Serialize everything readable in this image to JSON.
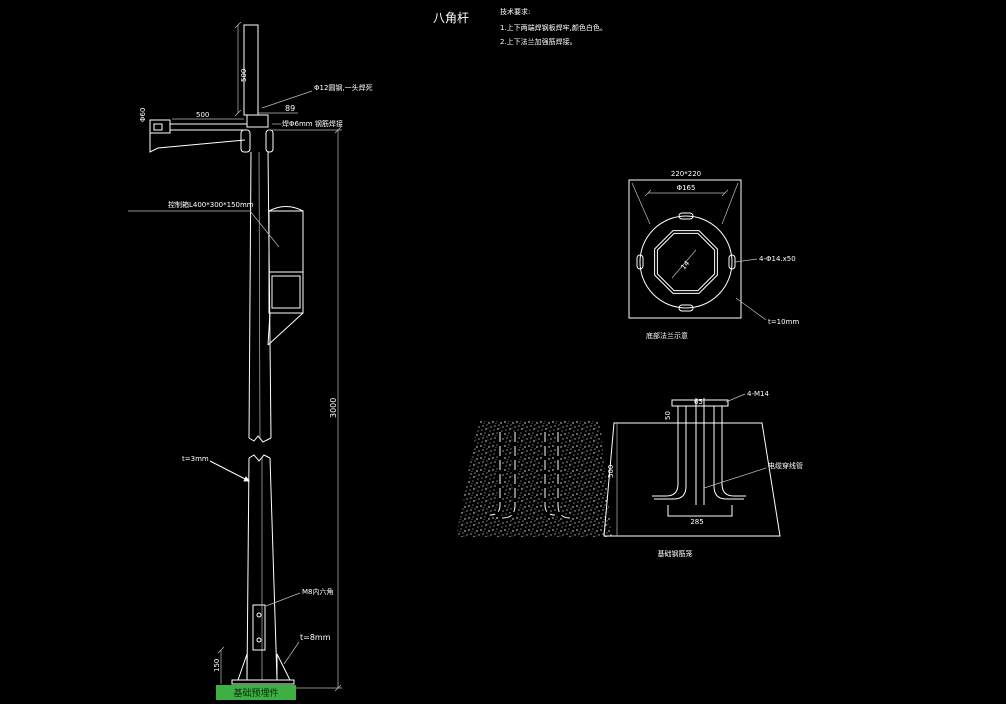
{
  "title": "八角杆",
  "notes": {
    "heading": "技术要求:",
    "items": [
      "1.上下两端焊钢板焊牢,颜色白色。",
      "2.上下法兰加强筋焊接。"
    ]
  },
  "pole_elevation": {
    "top_rod_length": "500",
    "rod_note": "Φ12圆钢,一头焊死",
    "collar_width": "89",
    "lamp_diameter": "Φ60",
    "arm_length": "500",
    "weld_note": "焊Φ6mm 钢筋焊接",
    "control_box": "控制箱L400*300*150mm",
    "pole_height": "3000",
    "wall_thickness": "t=3mm",
    "bolt_note": "M8内六角",
    "base_plate_thickness": "t=8mm",
    "base_height": "150",
    "selected_item": "基础预埋件"
  },
  "flange_plan": {
    "plate_size": "220*220",
    "bolt_circle": "Φ165",
    "octagon_size": "14",
    "holes": "4-Φ14.x50",
    "thickness": "t=10mm",
    "caption": "底部法兰示意"
  },
  "foundation": {
    "bolts": "4-M14",
    "plate_height": "50",
    "conduit_size": "65",
    "depth": "500",
    "conduit_note": "电缆穿线管",
    "bottom_width": "285",
    "caption": "基础钢筋笼"
  },
  "colors": {
    "background": "#000000",
    "line": "#ffffff",
    "selection": "#3cb043"
  }
}
